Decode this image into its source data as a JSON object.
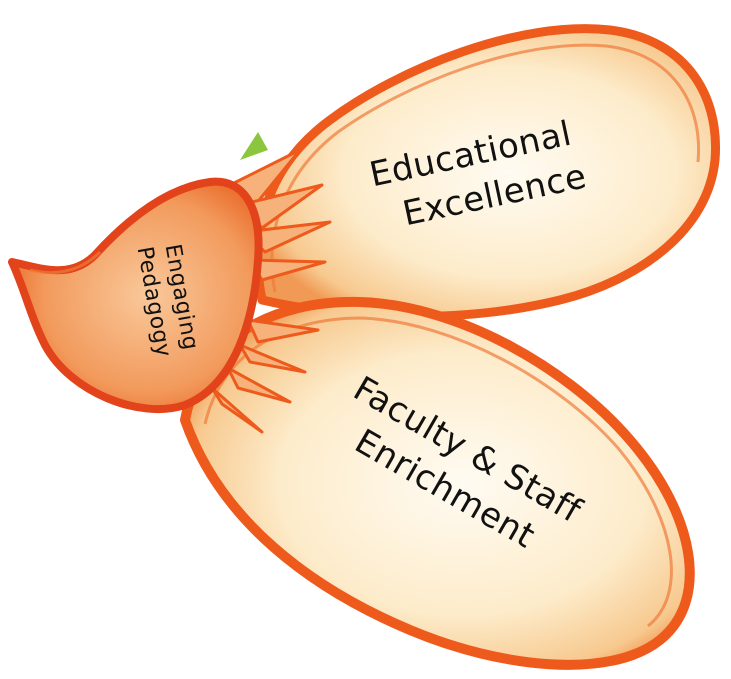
{
  "diagram": {
    "petals": {
      "top": {
        "line1": "Educational",
        "line2": "Excellence"
      },
      "bottom": {
        "line1": "Faculty & Staff",
        "line2": "Enrichment"
      },
      "base": {
        "line1": "Engaging",
        "line2": "Pedagogy"
      }
    },
    "colors": {
      "outline": "#ee5a1c",
      "outline_dark": "#e2431a",
      "petal_fill": "#fbe9c6",
      "petal_center": "#fffaf0",
      "base_fill": "#f3a365",
      "leaf_green": "#8cc63f"
    }
  }
}
